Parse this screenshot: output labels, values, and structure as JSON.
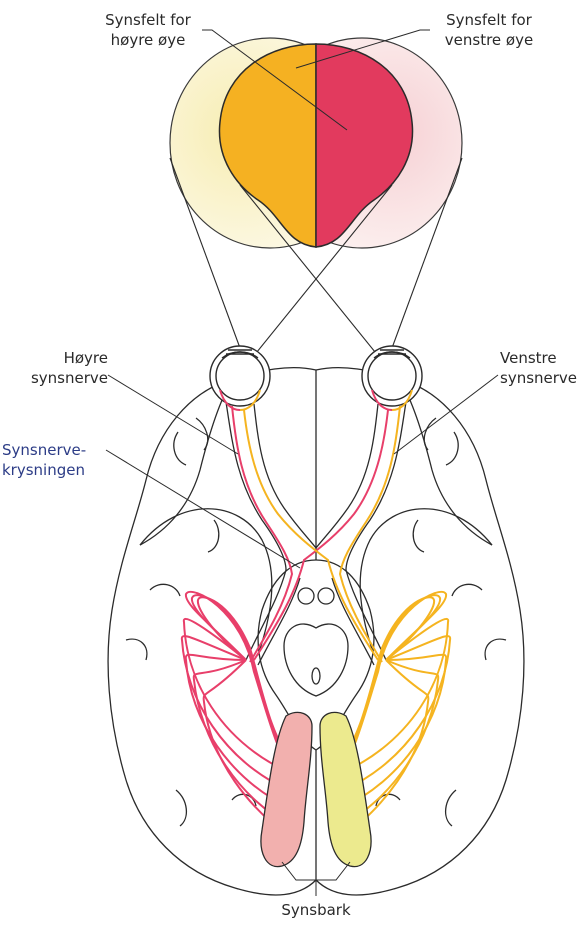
{
  "labels": {
    "visual_field_right_eye": [
      "Synsfelt for",
      "høyre øye"
    ],
    "visual_field_left_eye": [
      "Synsfelt for",
      "venstre øye"
    ],
    "right_optic_nerve": [
      "Høyre",
      "synsnerve"
    ],
    "left_optic_nerve": [
      "Venstre",
      "synsnerve"
    ],
    "optic_chiasm": [
      "Synsnerve-",
      "krysningen"
    ],
    "visual_cortex": "Synsbark"
  },
  "colors": {
    "right_field_fill": "#f5b122",
    "left_field_fill": "#e23a5e",
    "right_pathway": "#e83f6a",
    "left_pathway": "#f5b420",
    "right_cortex": "#f2b0ae",
    "left_cortex": "#ecea8e",
    "outline": "#2b2b2b",
    "chiasm_label": "#2c3c86"
  }
}
